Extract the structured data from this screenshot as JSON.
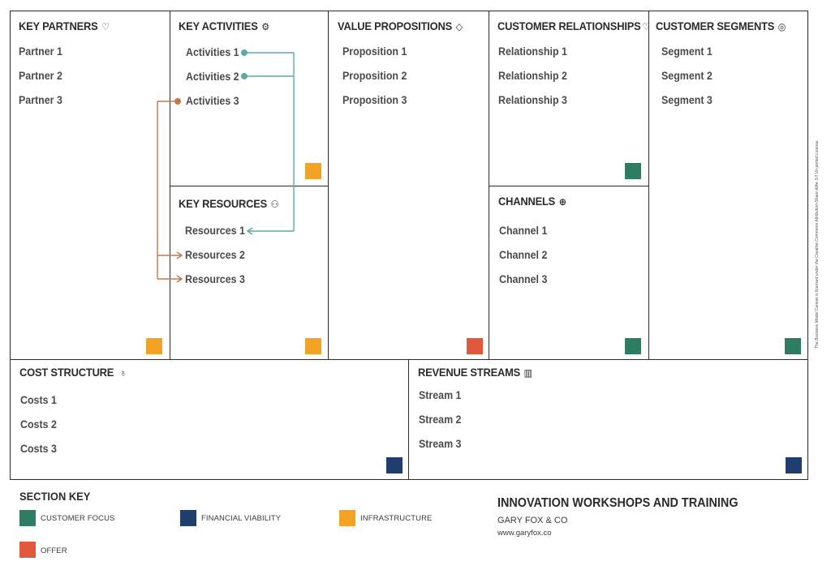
{
  "canvas": {
    "key_partners": {
      "title": "KEY PARTNERS",
      "icon": "handshake-icon",
      "icon_glyph": "♡",
      "items": [
        "Partner 1",
        "Partner 2",
        "Partner 3"
      ],
      "color": "#f4a223"
    },
    "key_activities": {
      "title": "KEY ACTIVITIES",
      "icon": "gears-icon",
      "icon_glyph": "⚙",
      "items": [
        "Activities 1",
        "Activities 2",
        "Activities 3"
      ],
      "color": "#f4a223"
    },
    "key_resources": {
      "title": "KEY RESOURCES",
      "icon": "people-icon",
      "icon_glyph": "⚇",
      "items": [
        "Resources 1",
        "Resources 2",
        "Resources 3"
      ],
      "color": "#f4a223"
    },
    "value_propositions": {
      "title": "VALUE PROPOSITIONS",
      "icon": "diamond-icon",
      "icon_glyph": "◇",
      "items": [
        "Proposition 1",
        "Proposition 2",
        "Proposition 3"
      ],
      "color": "#e0573b"
    },
    "customer_relationships": {
      "title": "CUSTOMER RELATIONSHIPS",
      "icon": "heart-icon",
      "icon_glyph": "♡",
      "items": [
        "Relationship 1",
        "Relationship 2",
        "Relationship 3"
      ],
      "color": "#2e7d63"
    },
    "channels": {
      "title": "CHANNELS",
      "icon": "globe-icon",
      "icon_glyph": "⊕",
      "items": [
        "Channel 1",
        "Channel 2",
        "Channel 3"
      ],
      "color": "#2e7d63"
    },
    "customer_segments": {
      "title": "CUSTOMER SEGMENTS",
      "icon": "target-icon",
      "icon_glyph": "◎",
      "items": [
        "Segment 1",
        "Segment 2",
        "Segment 3"
      ],
      "color": "#2e7d63"
    },
    "cost_structure": {
      "title": "COST STRUCTURE",
      "icon": "money-bag-icon",
      "icon_glyph": "♁",
      "items": [
        "Costs 1",
        "Costs 2",
        "Costs 3"
      ],
      "color": "#1f3e6e"
    },
    "revenue_streams": {
      "title": "REVENUE STREAMS",
      "icon": "bar-chart-icon",
      "icon_glyph": "▥",
      "items": [
        "Stream 1",
        "Stream 2",
        "Stream 3"
      ],
      "color": "#1f3e6e"
    }
  },
  "connector_colors": {
    "teal": "#5aaaa7",
    "brown": "#c07a4e"
  },
  "section_key": {
    "title": "SECTION KEY",
    "entries": [
      {
        "label": "CUSTOMER FOCUS",
        "color": "#2e7d63"
      },
      {
        "label": "FINANCIAL VIABILITY",
        "color": "#1f3e6e"
      },
      {
        "label": "INFRASTRUCTURE",
        "color": "#f4a223"
      },
      {
        "label": "OFFER",
        "color": "#e0573b"
      }
    ]
  },
  "branding": {
    "title": "INNOVATION WORKSHOPS AND TRAINING",
    "company": "GARY FOX & CO",
    "url": "www.garyfox.co"
  },
  "license_text": "The Business Model Canvas is licensed under the Creative Commons Attribution-Share Alike 3.0 Un-ported License."
}
